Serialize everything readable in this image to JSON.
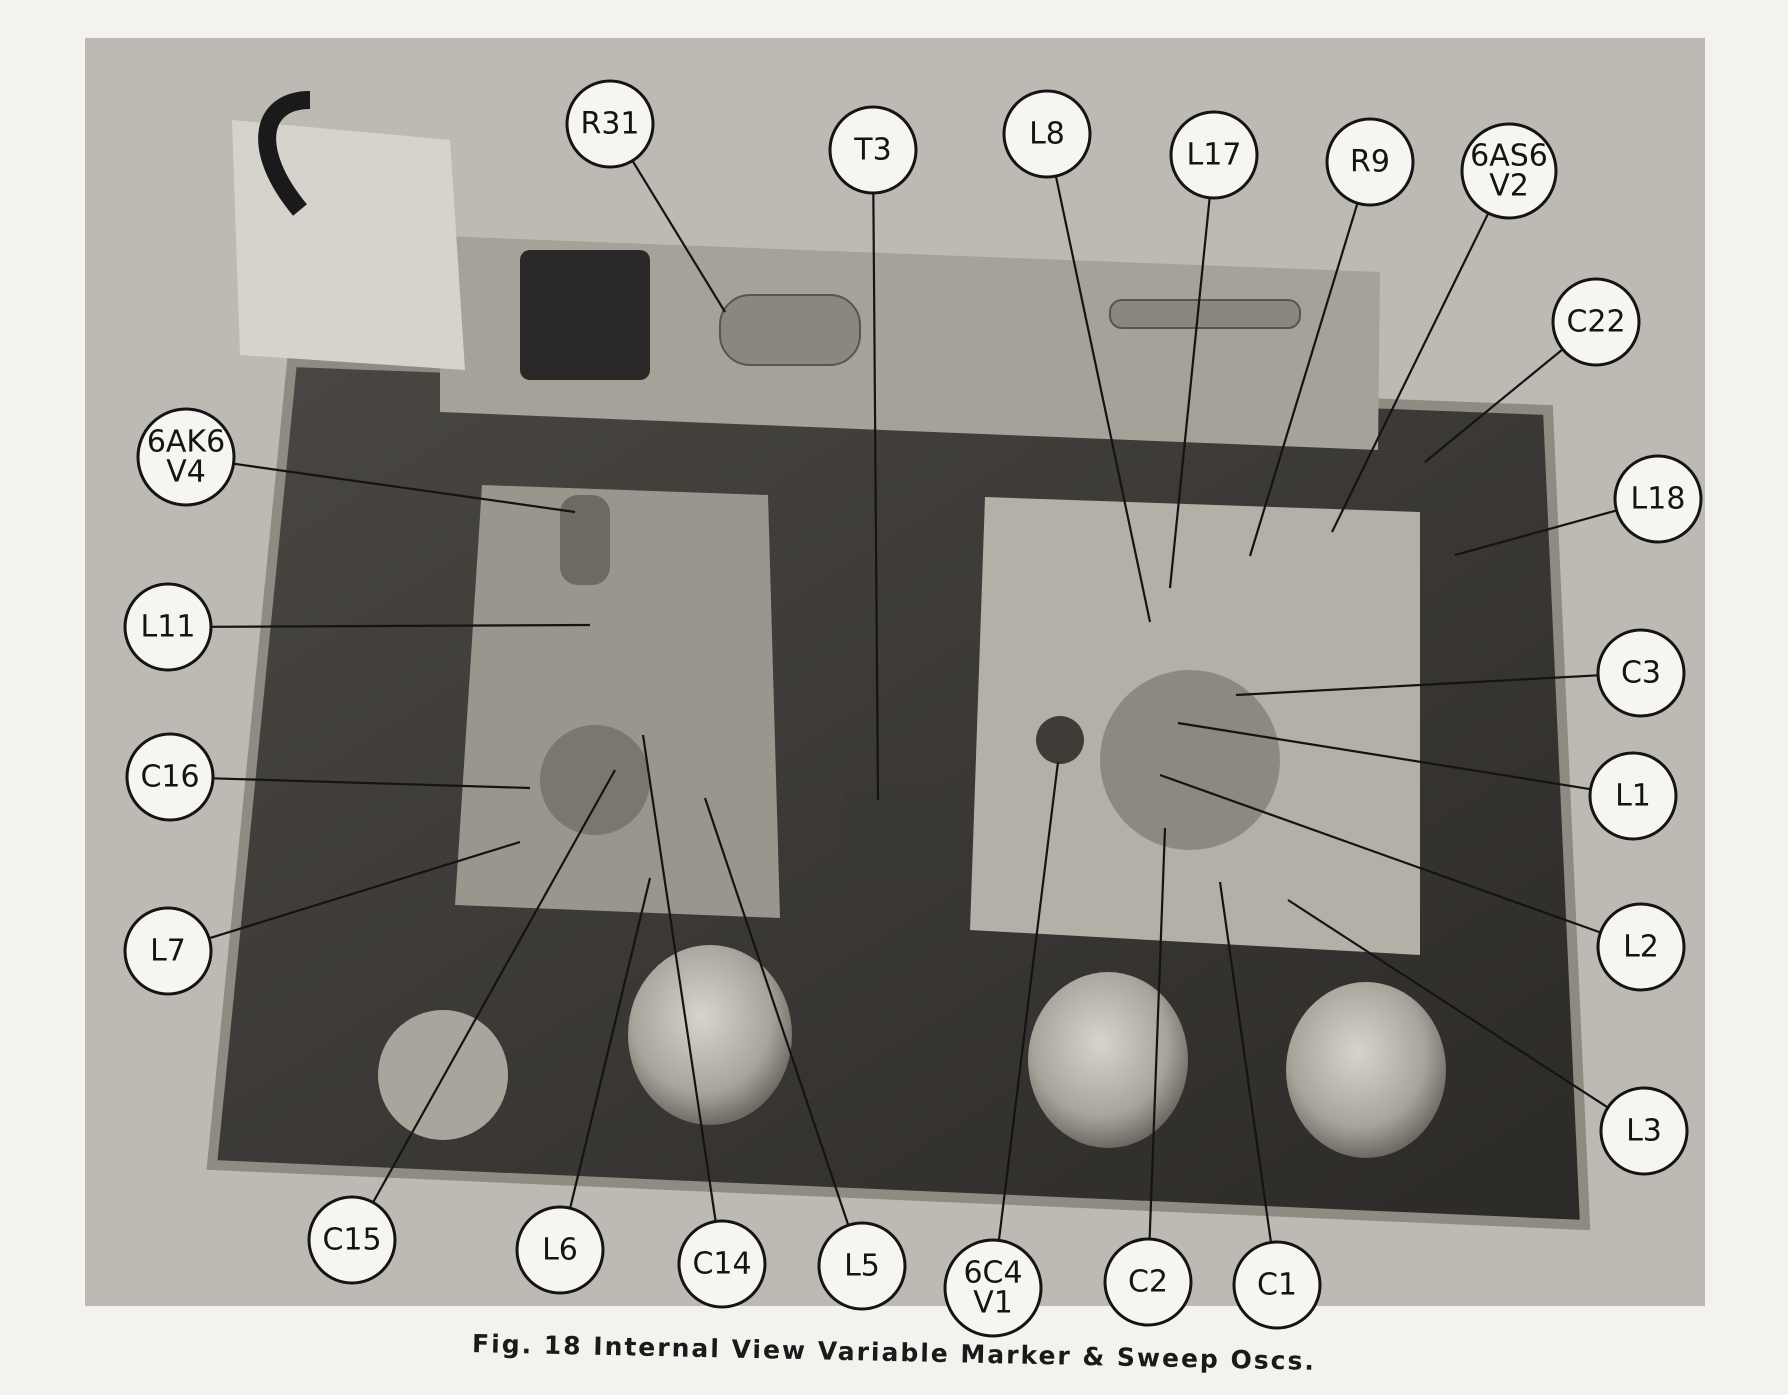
{
  "caption": "Fig. 18 Internal View Variable Marker & Sweep Oscs.",
  "callouts": [
    {
      "id": "r31",
      "lines": [
        "R31"
      ]
    },
    {
      "id": "t3",
      "lines": [
        "T3"
      ]
    },
    {
      "id": "l8",
      "lines": [
        "L8"
      ]
    },
    {
      "id": "l17",
      "lines": [
        "L17"
      ]
    },
    {
      "id": "r9",
      "lines": [
        "R9"
      ]
    },
    {
      "id": "6as6-v2",
      "lines": [
        "6AS6",
        "V2"
      ]
    },
    {
      "id": "c22",
      "lines": [
        "C22"
      ]
    },
    {
      "id": "6ak6-v4",
      "lines": [
        "6AK6",
        "V4"
      ]
    },
    {
      "id": "l18",
      "lines": [
        "L18"
      ]
    },
    {
      "id": "l11",
      "lines": [
        "L11"
      ]
    },
    {
      "id": "c3",
      "lines": [
        "C3"
      ]
    },
    {
      "id": "c16",
      "lines": [
        "C16"
      ]
    },
    {
      "id": "l1",
      "lines": [
        "L1"
      ]
    },
    {
      "id": "l7",
      "lines": [
        "L7"
      ]
    },
    {
      "id": "l2",
      "lines": [
        "L2"
      ]
    },
    {
      "id": "l3",
      "lines": [
        "L3"
      ]
    },
    {
      "id": "c15",
      "lines": [
        "C15"
      ]
    },
    {
      "id": "l6",
      "lines": [
        "L6"
      ]
    },
    {
      "id": "c14",
      "lines": [
        "C14"
      ]
    },
    {
      "id": "l5",
      "lines": [
        "L5"
      ]
    },
    {
      "id": "6c4-v1",
      "lines": [
        "6C4",
        "V1"
      ]
    },
    {
      "id": "c2",
      "lines": [
        "C2"
      ]
    },
    {
      "id": "c1",
      "lines": [
        "C1"
      ]
    }
  ]
}
